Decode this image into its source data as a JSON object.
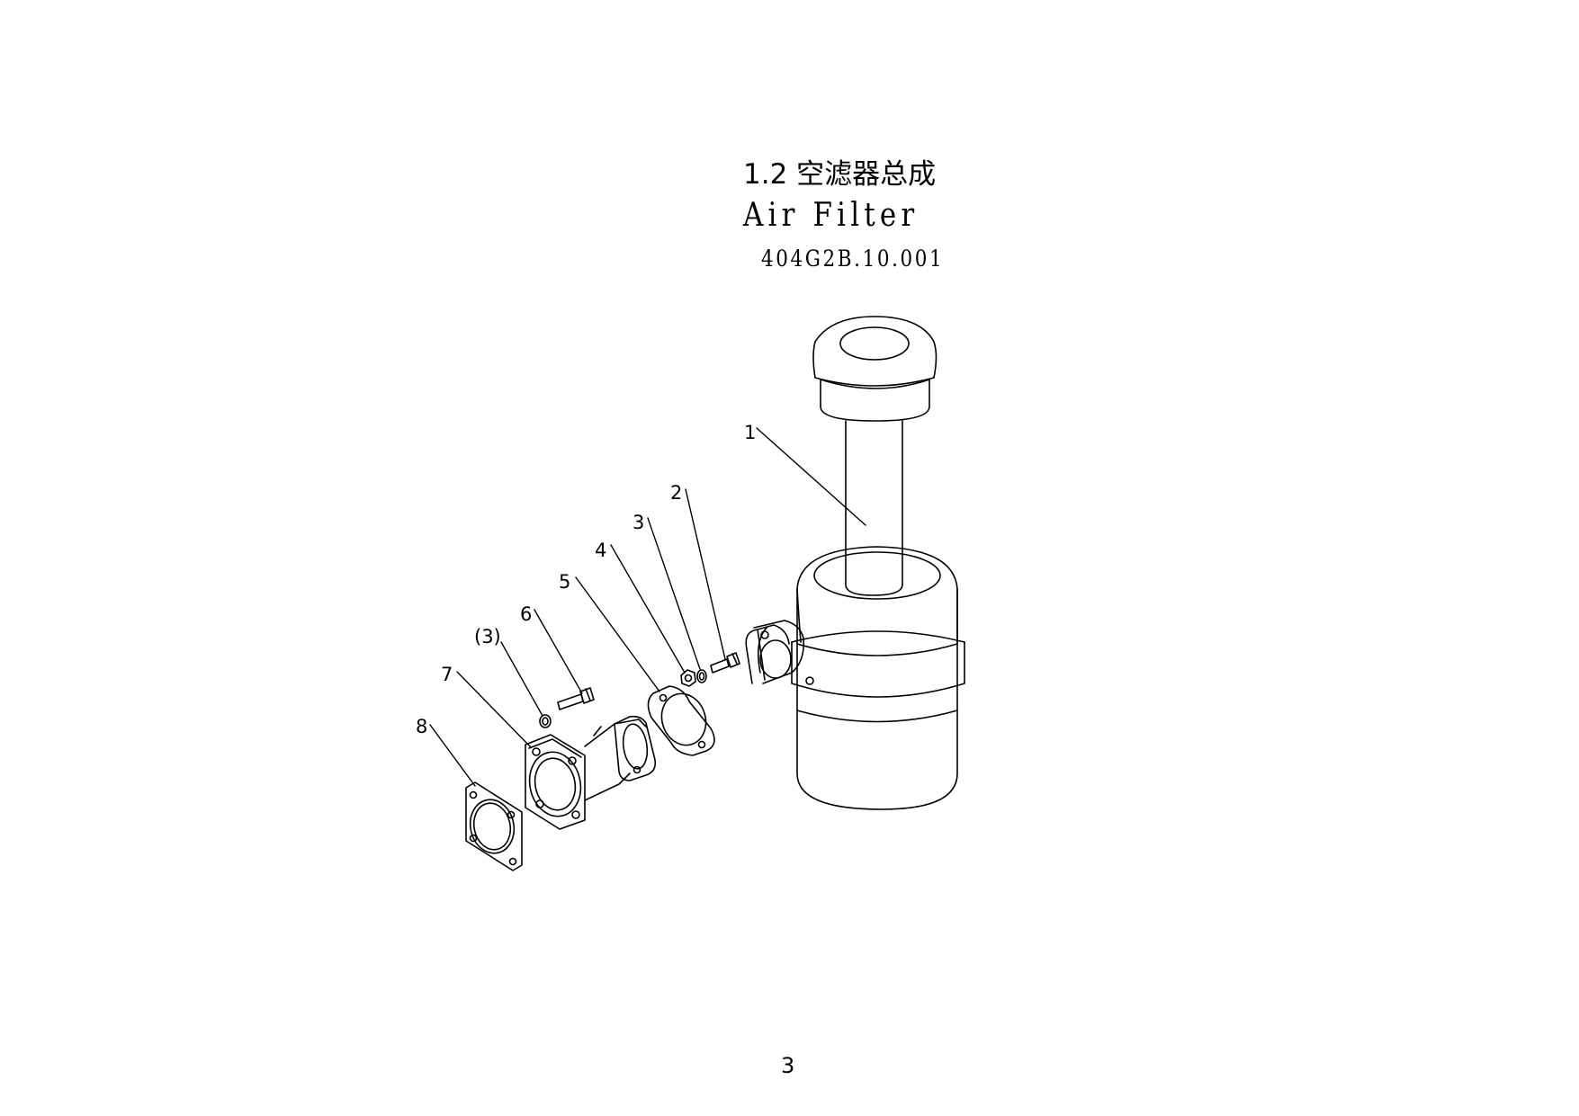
{
  "title": {
    "section_cn": "1.2 空滤器总成",
    "name_en": "Air Filter",
    "part_code": "404G2B.10.001"
  },
  "callouts": [
    {
      "label": "1"
    },
    {
      "label": "2"
    },
    {
      "label": "3"
    },
    {
      "label": "4"
    },
    {
      "label": "5"
    },
    {
      "label": "6"
    },
    {
      "label": "(3)"
    },
    {
      "label": "7"
    },
    {
      "label": "8"
    }
  ],
  "page_number": "3"
}
